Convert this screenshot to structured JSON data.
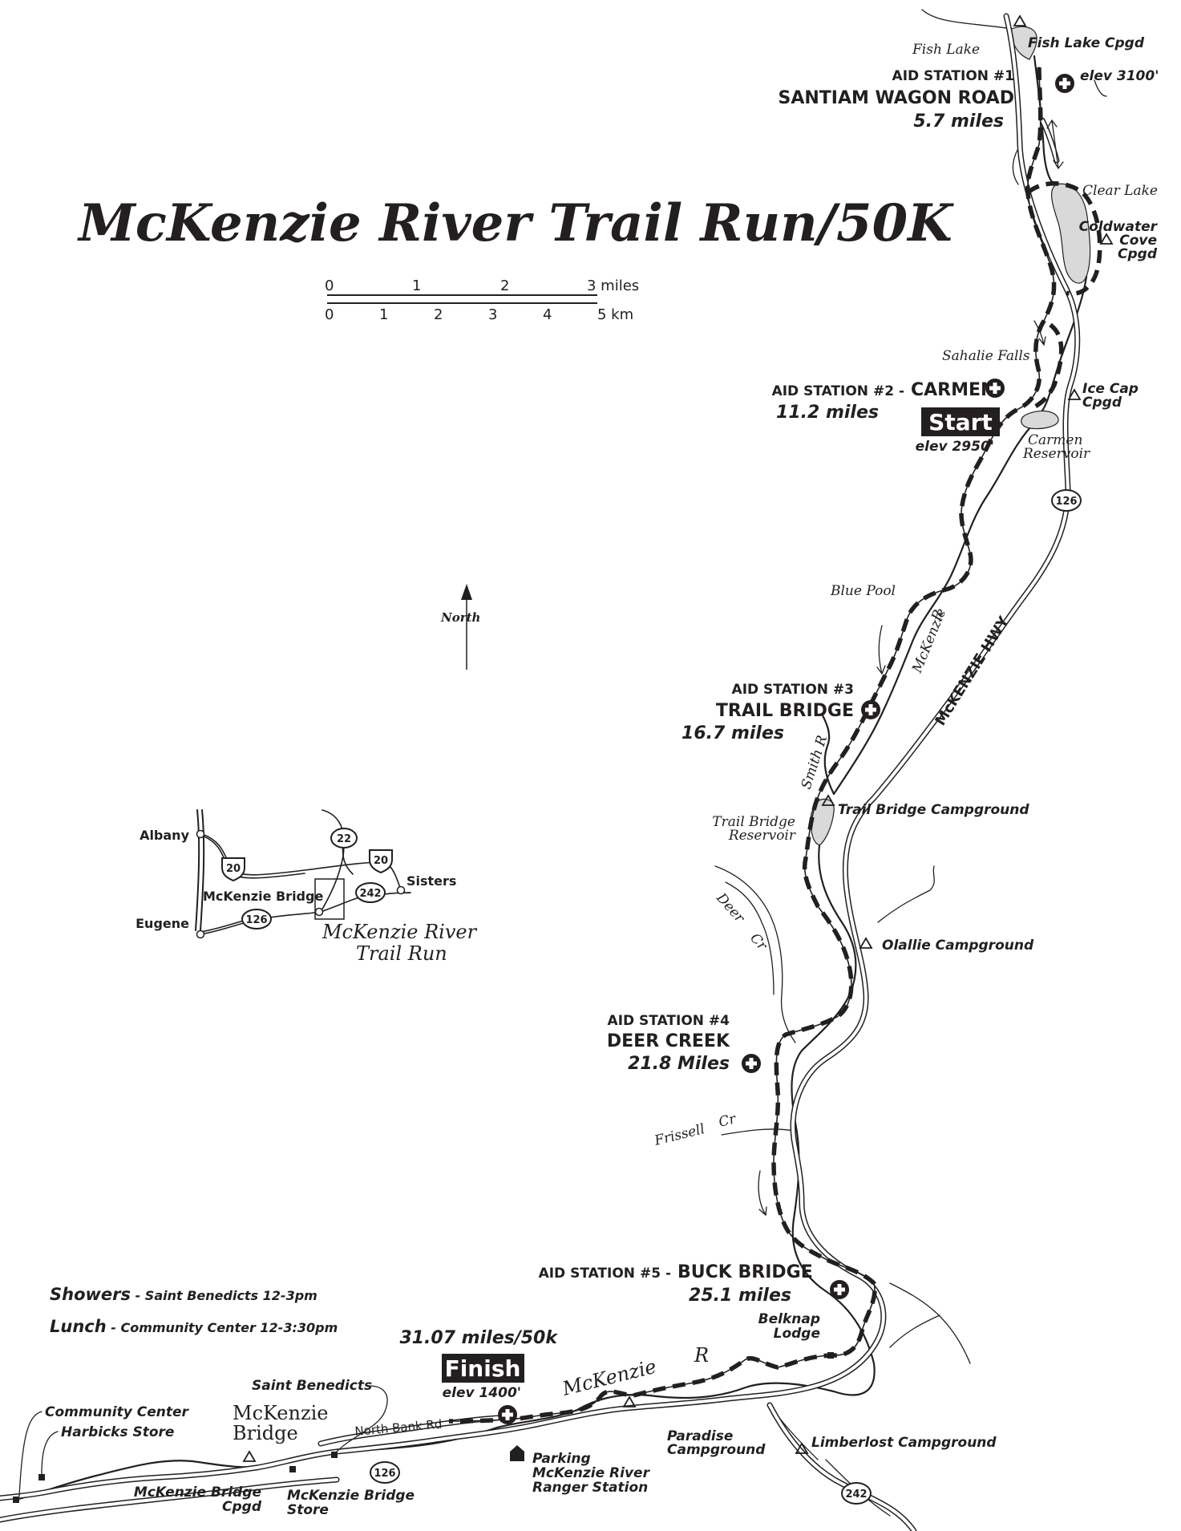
{
  "title": "McKenzie River Trail Run/50K",
  "scale": {
    "miles_ticks": [
      "0",
      "1",
      "2",
      "3 miles"
    ],
    "km_ticks": [
      "0",
      "1",
      "2",
      "3",
      "4",
      "5 km"
    ]
  },
  "north_label": "North",
  "aid_stations": [
    {
      "header": "AID STATION #1",
      "name": "SANTIAM WAGON ROAD",
      "miles": "5.7 miles",
      "elev": "elev 3100'"
    },
    {
      "header": "AID STATION #2 -",
      "name": "CARMEN",
      "miles": "11.2 miles"
    },
    {
      "header": "AID STATION #3",
      "name": "TRAIL BRIDGE",
      "miles": "16.7 miles"
    },
    {
      "header": "AID STATION #4",
      "name": "DEER CREEK",
      "miles": "21.8 Miles"
    },
    {
      "header": "AID STATION #5 -",
      "name": "BUCK BRIDGE",
      "miles": "25.1 miles"
    }
  ],
  "start": {
    "label": "Start",
    "elev": "elev 2950'"
  },
  "finish": {
    "label": "Finish",
    "distance": "31.07 miles/50k",
    "elev": "elev 1400'"
  },
  "places": {
    "fish_lake_cpgd": "Fish Lake Cpgd",
    "coldwater": [
      "Coldwater",
      "Cove",
      "Cpgd"
    ],
    "ice_cap": [
      "Ice Cap",
      "Cpgd"
    ],
    "trail_bridge_campground": "Trail Bridge Campground",
    "olallie_campground": "Olallie Campground",
    "belknap_lodge": [
      "Belknap",
      "Lodge"
    ],
    "limberlost_campground": "Limberlost Campground",
    "paradise_campground": [
      "Paradise",
      "Campground"
    ],
    "parking": [
      "Parking",
      "McKenzie River",
      "Ranger Station"
    ],
    "saint_benedicts": "Saint Benedicts",
    "community_center": "Community Center",
    "harbicks_store": "Harbicks Store",
    "mckenzie_bridge_cpgd": [
      "McKenzie Bridge",
      "Cpgd"
    ],
    "mckenzie_bridge_store": [
      "McKenzie Bridge",
      "Store"
    ]
  },
  "water": {
    "fish_lake": "Fish Lake",
    "clear_lake": "Clear Lake",
    "sahalie_falls": "Sahalie Falls",
    "carmen_reservoir": [
      "Carmen",
      "Reservoir"
    ],
    "blue_pool": "Blue Pool",
    "mckenzie_r_upper": [
      "McKenzie",
      "R"
    ],
    "smith_r": "Smith R",
    "trail_bridge_reservoir": [
      "Trail Bridge",
      "Reservoir"
    ],
    "deer_cr": [
      "Deer",
      "Cr"
    ],
    "frissell_cr": [
      "Frissell",
      "Cr"
    ],
    "mckenzie_r_lower": [
      "McKenzie",
      "R"
    ]
  },
  "town": [
    "McKenzie",
    "Bridge"
  ],
  "roads": {
    "hwy_126": "126",
    "hwy_242": "242",
    "mckenzie_hwy": "McKENZIE HWY",
    "north_bank_rd": "North Bank Rd"
  },
  "info": [
    {
      "bold": "Showers",
      "rest": " - Saint Benedicts 12-3pm"
    },
    {
      "bold": "Lunch",
      "rest": " - Community Center 12-3:30pm"
    }
  ],
  "inset": {
    "cities": [
      "Albany",
      "Eugene",
      "Sisters",
      "McKenzie Bridge"
    ],
    "shields": [
      "20",
      "22",
      "20",
      "242",
      "126"
    ],
    "title": [
      "McKenzie River",
      "Trail Run"
    ]
  }
}
